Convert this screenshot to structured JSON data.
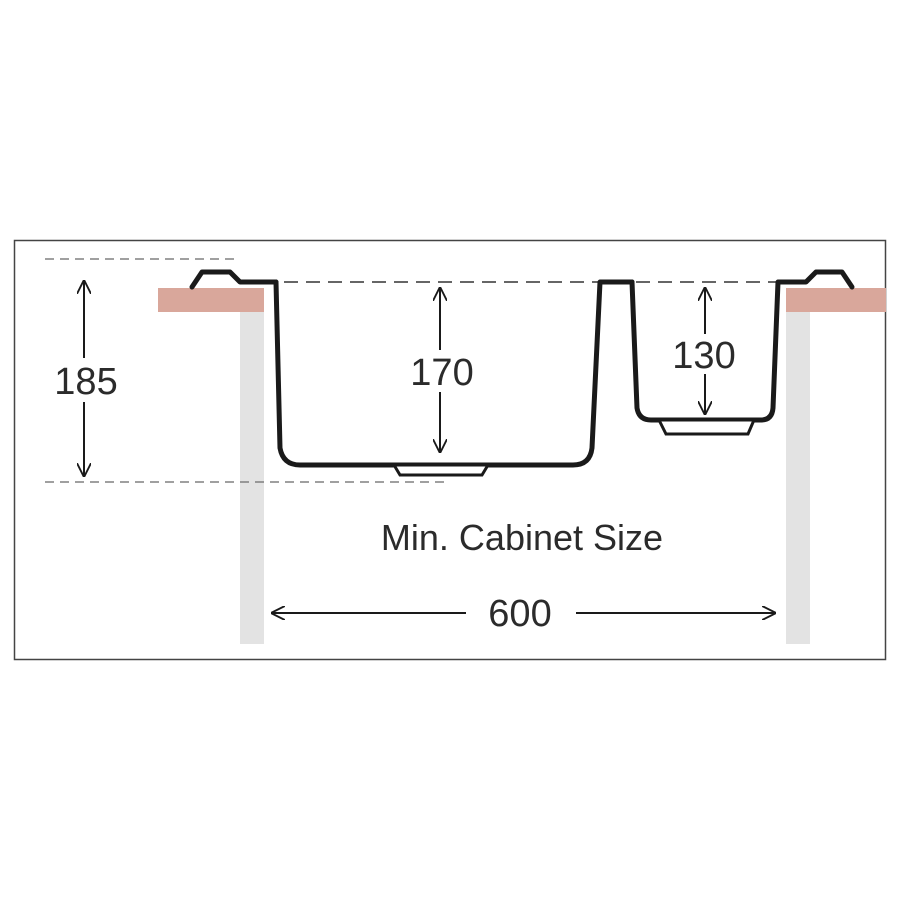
{
  "labels": {
    "total_depth": "185",
    "main_bowl_depth": "170",
    "small_bowl_depth": "130",
    "cabinet_caption": "Min. Cabinet Size",
    "cabinet_width": "600"
  },
  "colors": {
    "countertop": "#d9a79b",
    "cabinet_side": "#e3e3e3",
    "sink_outline": "#1a1a1a",
    "guide_line": "#808080",
    "frame": "#444444"
  }
}
